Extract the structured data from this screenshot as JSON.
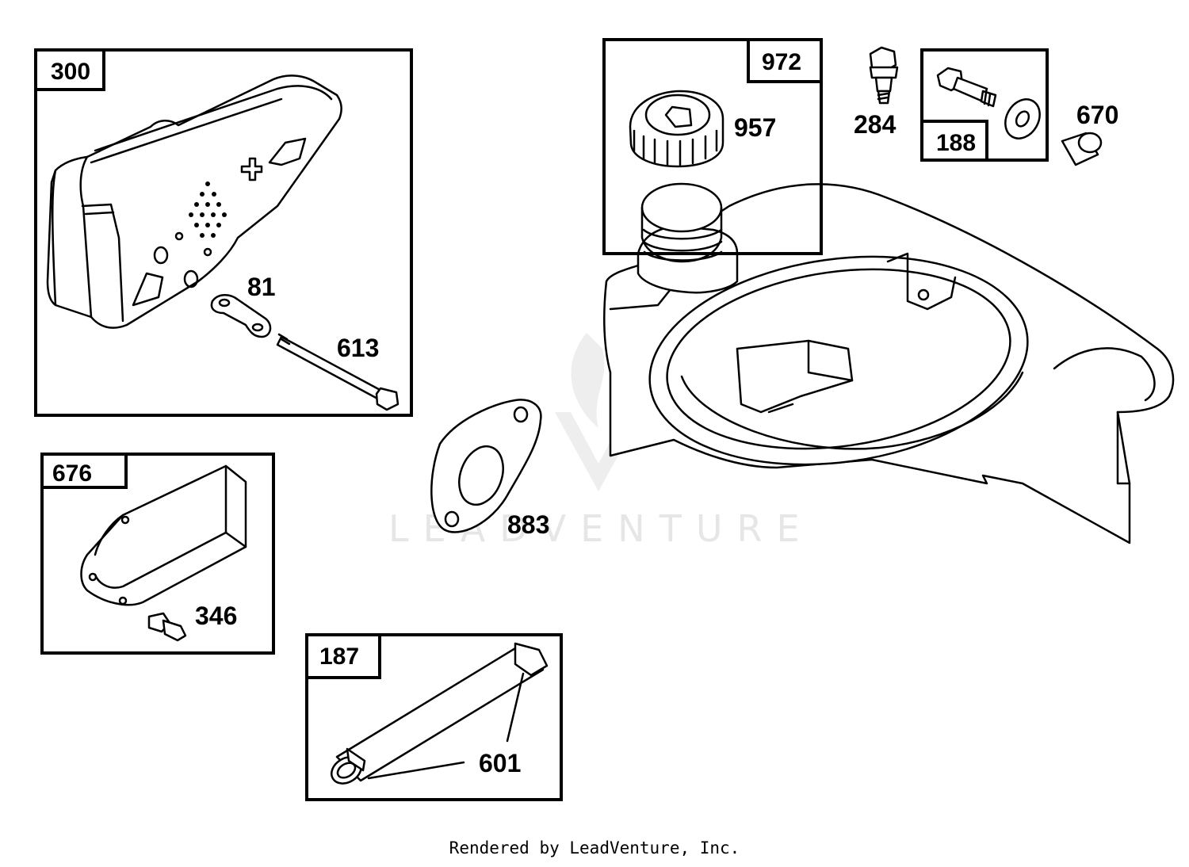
{
  "assemblies": [
    {
      "id": "muffler-assembly",
      "label": "300"
    },
    {
      "id": "guard-kit",
      "label": "676"
    },
    {
      "id": "breather-tube-kit",
      "label": "187"
    },
    {
      "id": "fuel-cap-kit",
      "label": "972"
    },
    {
      "id": "screw-kit",
      "label": "188"
    }
  ],
  "callouts": [
    {
      "id": "gasket-exhaust-small",
      "label": "81"
    },
    {
      "id": "screw-muffler",
      "label": "613"
    },
    {
      "id": "screw-guard",
      "label": "346"
    },
    {
      "id": "clamp-hose",
      "label": "601"
    },
    {
      "id": "gasket-exhaust",
      "label": "883"
    },
    {
      "id": "fuel-cap",
      "label": "957"
    },
    {
      "id": "screw-shoulder",
      "label": "284"
    },
    {
      "id": "spacer",
      "label": "670"
    }
  ],
  "watermark": "LEADVENTURE",
  "footer": "Rendered by LeadVenture, Inc."
}
